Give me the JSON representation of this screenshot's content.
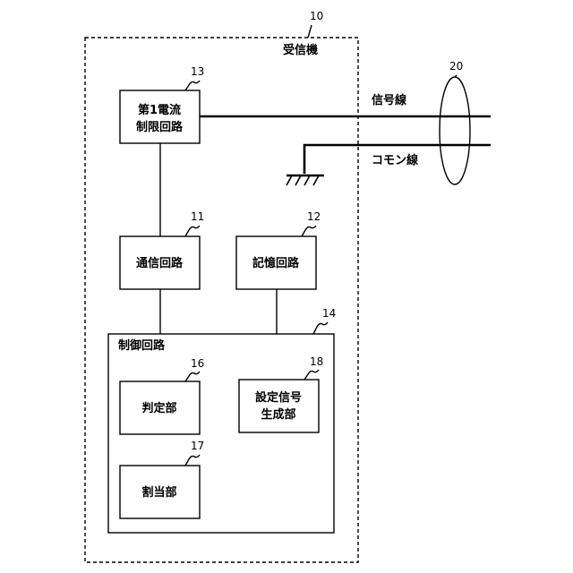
{
  "receiver": {
    "number": "10",
    "label": "受信機"
  },
  "cable": {
    "number": "20"
  },
  "lines": {
    "signal": "信号線",
    "common": "コモン線"
  },
  "blocks": {
    "current_limit": {
      "number": "13",
      "line1": "第1電流",
      "line2": "制限回路"
    },
    "communication": {
      "number": "11",
      "label": "通信回路"
    },
    "storage": {
      "number": "12",
      "label": "記憶回路"
    },
    "control": {
      "number": "14",
      "label": "制御回路"
    },
    "judgment": {
      "number": "16",
      "label": "判定部"
    },
    "setting_signal": {
      "number": "18",
      "line1": "設定信号",
      "line2": "生成部"
    },
    "allocation": {
      "number": "17",
      "label": "割当部"
    }
  }
}
